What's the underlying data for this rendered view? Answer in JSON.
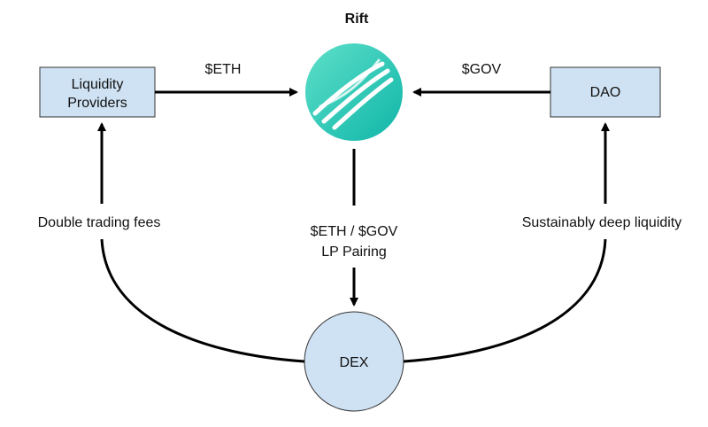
{
  "diagram": {
    "title": "Rift",
    "nodes": {
      "liquidity_providers": {
        "line1": "Liquidity",
        "line2": "Providers"
      },
      "dao": {
        "label": "DAO"
      },
      "dex": {
        "label": "DEX"
      },
      "rift_logo": {
        "icon": "rift-logo-icon"
      }
    },
    "edges": {
      "eth": {
        "label": "$ETH"
      },
      "gov": {
        "label": "$GOV"
      },
      "lp_pairing": {
        "line1": "$ETH / $GOV",
        "line2": "LP Pairing"
      },
      "double_fees": {
        "label": "Double trading fees"
      },
      "deep_liquidity": {
        "label": "Sustainably deep liquidity"
      }
    }
  },
  "colors": {
    "box_fill": "#cfe2f3",
    "box_stroke": "#333333",
    "arrow": "#000000",
    "logo_gradient_start": "#4fd1c5",
    "logo_gradient_end": "#14b8a6"
  }
}
